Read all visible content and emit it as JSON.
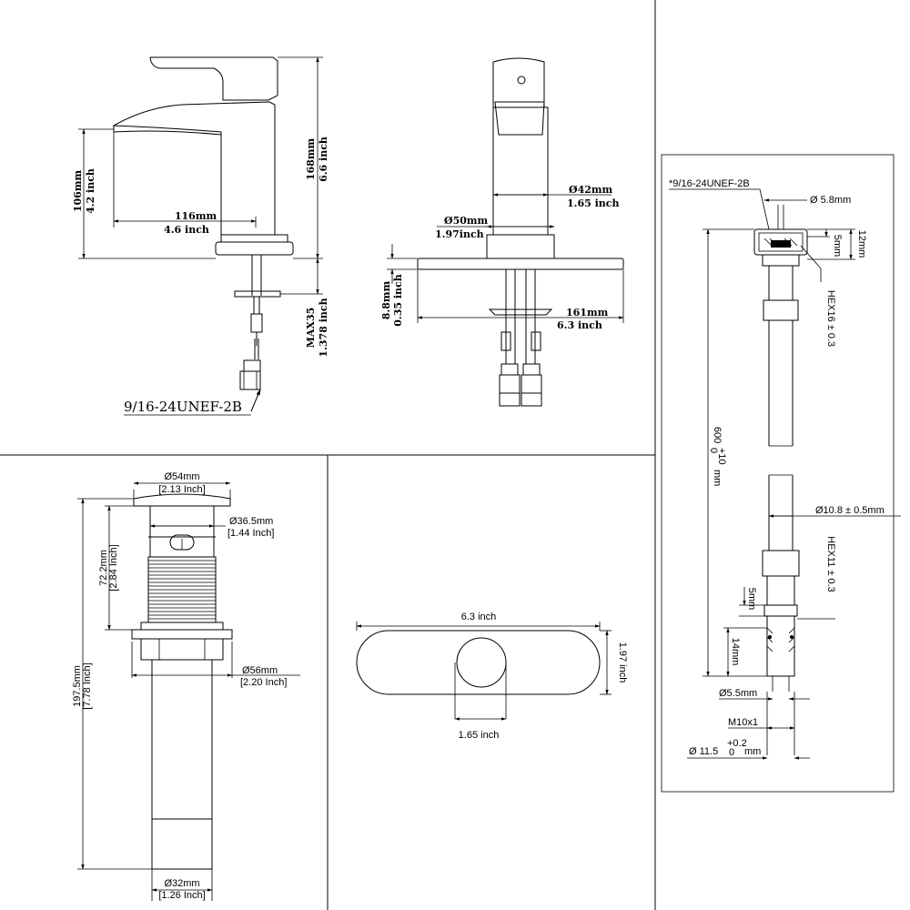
{
  "panel_faucet_side": {
    "height_total_mm": "168mm",
    "height_total_in": "6.6 inch",
    "spout_height_mm": "106mm",
    "spout_height_in": "4.2 inch",
    "spout_reach_mm": "116mm",
    "spout_reach_in": "4.6 inch",
    "max_thickness_mm": "MAX35",
    "max_thickness_in": "1.378 inch",
    "thread_spec": "9/16-24UNEF-2B"
  },
  "panel_faucet_front": {
    "body_dia_mm": "Ø42mm",
    "body_dia_in": "1.65 inch",
    "base_dia_mm": "Ø50mm",
    "base_dia_in": "1.97inch",
    "plate_height_mm": "8.8mm",
    "plate_height_in": "0.35 inch",
    "plate_width_mm": "161mm",
    "plate_width_in": "6.3 inch"
  },
  "panel_drain": {
    "top_dia": "Ø54mm",
    "top_dia_in": "[2.13 Inch]",
    "inner_dia": "Ø36.5mm",
    "inner_dia_in": "[1.44 Inch]",
    "upper_height": "72.2mm",
    "upper_height_in": "[2.84 Inch]",
    "flange_dia": "Ø56mm",
    "flange_dia_in": "[2.20 Inch]",
    "total_height": "197.5mm",
    "total_height_in": "[7.78 Inch]",
    "bottom_dia": "Ø32mm",
    "bottom_dia_in": "[1.26 Inch]"
  },
  "panel_plate": {
    "width": "6.3 inch",
    "height": "1.97 inch",
    "hole": "1.65 inch"
  },
  "panel_hose": {
    "thread_spec": "*9/16-24UNEF-2B",
    "inner_dia_top": "Ø 5.8mm",
    "depth_5mm_top": "5mm",
    "nut_height": "12mm",
    "hex_top": "HEX16 ± 0.3",
    "length": "600",
    "length_tol_upper": "+10",
    "length_tol_lower": "0",
    "length_unit": "mm",
    "hose_dia": "Ø10.8 ± 0.5mm",
    "hex_bottom": "HEX11 ± 0.3",
    "depth_5mm_bottom": "5mm",
    "bottom_len": "14mm",
    "inner_dia_bottom": "Ø5.5mm",
    "thread_bottom": "M10x1",
    "outer_dia": "Ø 11.5",
    "outer_tol_upper": "+0.2",
    "outer_tol_lower": "0",
    "outer_unit": "mm"
  },
  "colors": {
    "line": "#000000",
    "background": "#ffffff"
  }
}
